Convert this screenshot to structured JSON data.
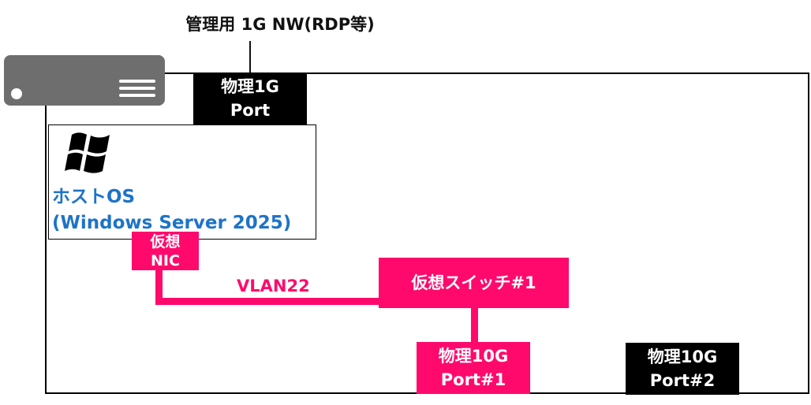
{
  "top_label": "管理用 1G NW(RDP等)",
  "ports": {
    "mgmt_1g": {
      "line1": "物理1G",
      "line2": "Port"
    },
    "ten_g_1": {
      "line1": "物理10G",
      "line2": "Port#1"
    },
    "ten_g_2": {
      "line1": "物理10G",
      "line2": "Port#2"
    }
  },
  "host": {
    "name_line1": "ホストOS",
    "name_line2": "(Windows Server 2025)",
    "logo_icon": "windows-logo-icon"
  },
  "virtual_nic": {
    "line1": "仮想",
    "line2": "NIC"
  },
  "virtual_switch": {
    "label": "仮想スイッチ#1"
  },
  "vlan_label": "VLAN22",
  "colors": {
    "accent_pink": "#ff0a6c",
    "host_text_blue": "#1e73c8",
    "port_black": "#000000",
    "bezel_gray": "#6e6e6e"
  }
}
